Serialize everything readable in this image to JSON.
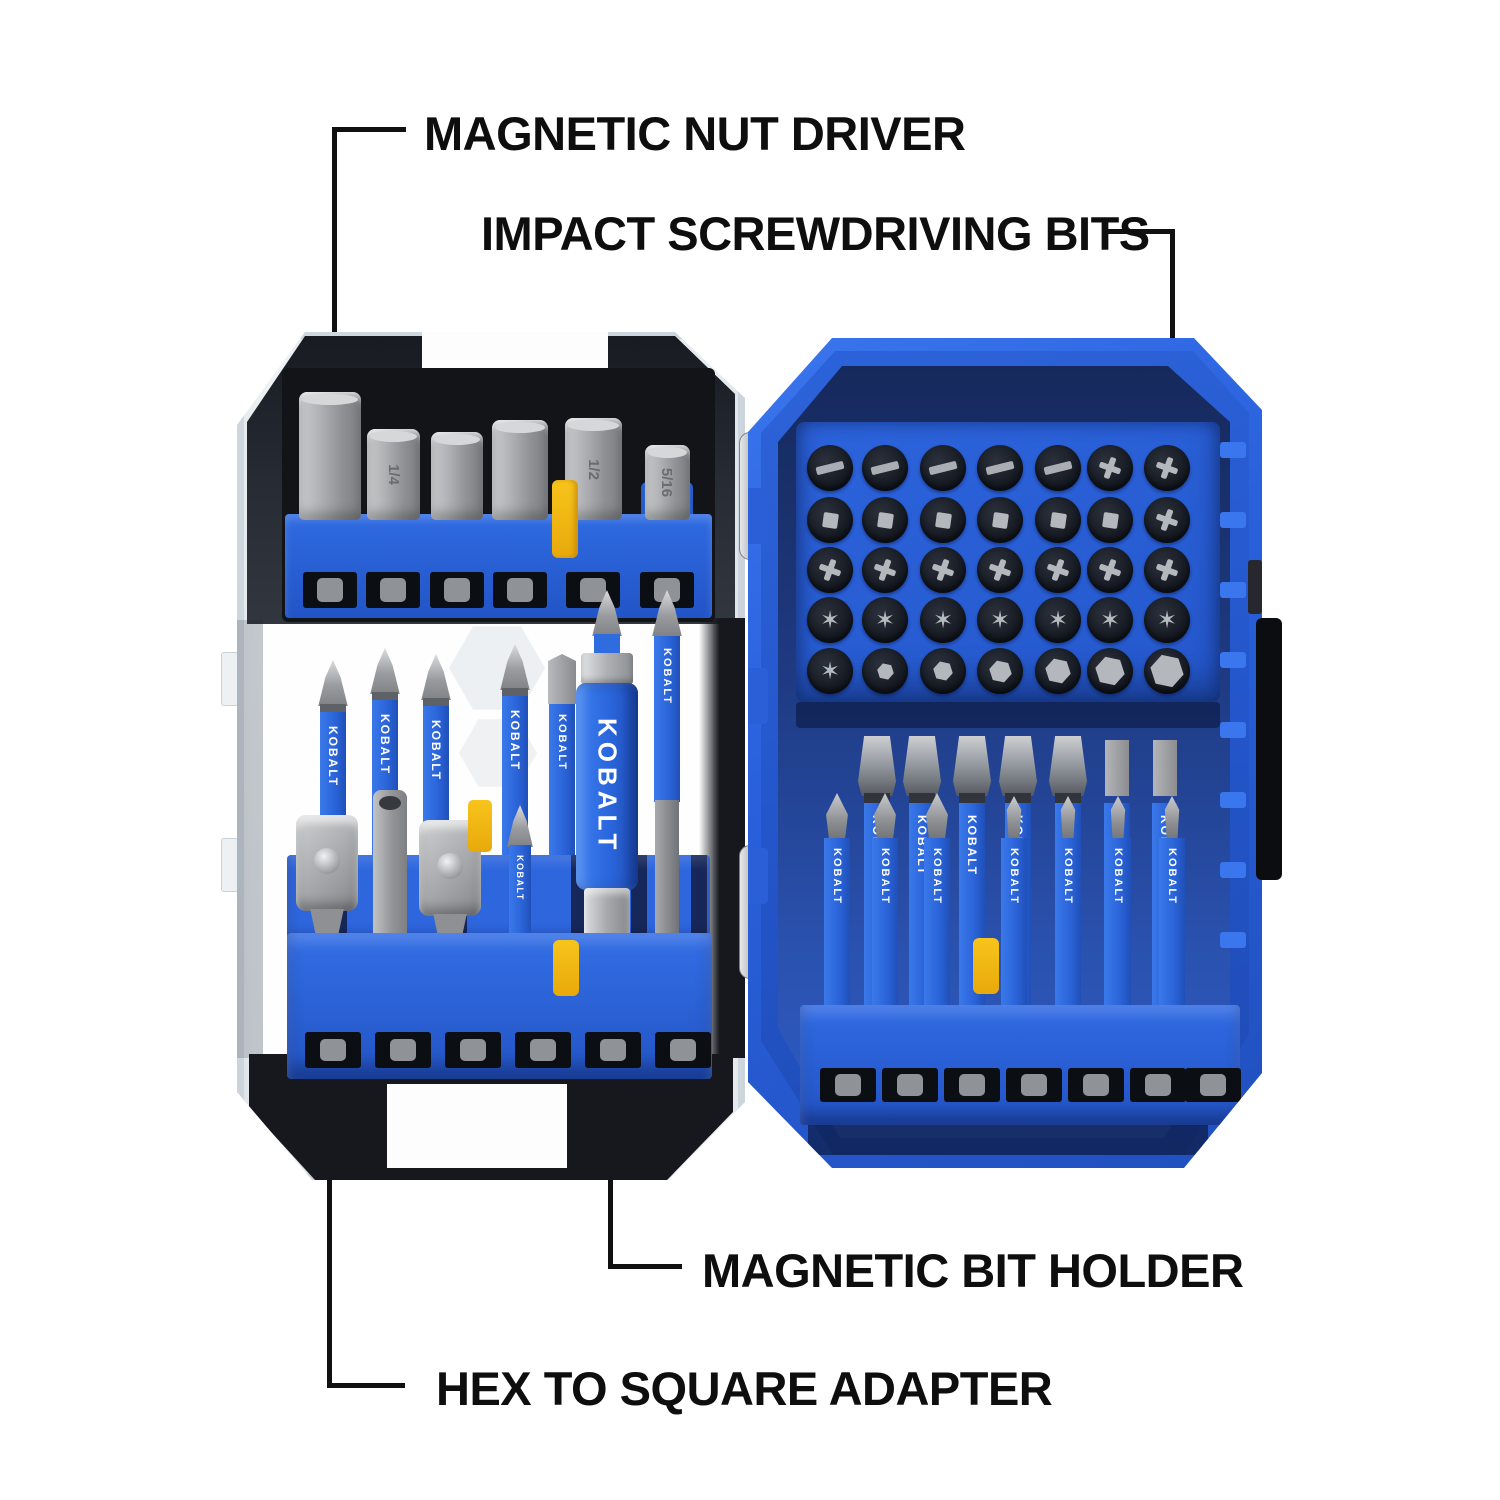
{
  "product": {
    "brand": "KOBALT",
    "description_visible": false
  },
  "annotations": {
    "nut_driver": {
      "label": "MAGNETIC NUT DRIVER"
    },
    "impact_bits": {
      "label": "IMPACT SCREWDRIVING BITS"
    },
    "bit_holder": {
      "label": "MAGNETIC BIT HOLDER"
    },
    "adapter": {
      "label": "HEX TO SQUARE ADAPTER"
    }
  },
  "colors": {
    "background": "#ffffff",
    "annotation": "#111111",
    "case_blue": "#2458d0",
    "rim_blue": "#2f6be6",
    "interior_navy": "#16295c",
    "tray_blue": "#2a60d8",
    "bit_blue": "#2e6ade",
    "strip_blue": "#2e66de",
    "clip_yellow": "#f5b90f",
    "steel_gray": "#9a9c9f",
    "steel_light": "#c9cacc",
    "smoke_black": "#1d2129",
    "slot_dark": "#0b0e13",
    "glyph_gray": "#b4b8bd"
  },
  "left_case": {
    "nut_drivers": [
      {
        "size": ""
      },
      {
        "size": "1/4"
      },
      {
        "size": ""
      },
      {
        "size": ""
      },
      {
        "size": "1/2"
      },
      {
        "size": "5/16"
      }
    ],
    "back_row_bits": [
      "phillips",
      "phillips",
      "phillips",
      "phillips",
      "hex"
    ],
    "front_row_items": [
      "square-adapter",
      "socket-adapter",
      "square-adapter",
      "phillips-bit"
    ],
    "has_magnetic_bit_holder": true,
    "has_long_phillips_bit": true
  },
  "right_case": {
    "bit_grid_rows": [
      [
        "slotted",
        "slotted",
        "slotted",
        "slotted",
        "slotted",
        "phillips",
        "phillips"
      ],
      [
        "square",
        "square",
        "square",
        "square",
        "square",
        "square",
        "phillips"
      ],
      [
        "phillips",
        "phillips",
        "phillips",
        "phillips",
        "phillips",
        "phillips",
        "phillips"
      ],
      [
        "torx",
        "torx",
        "torx",
        "torx",
        "torx",
        "torx",
        "torx"
      ],
      [
        "torx",
        "hex",
        "hex",
        "hex",
        "hex",
        "hex",
        "hex"
      ]
    ],
    "back_row_bits": [
      "slotted",
      "slotted",
      "slotted",
      "slotted",
      "slotted",
      "square",
      "square"
    ],
    "front_row_bits": [
      "square",
      "square",
      "square",
      "torx",
      "torx",
      "torx",
      "torx"
    ]
  }
}
